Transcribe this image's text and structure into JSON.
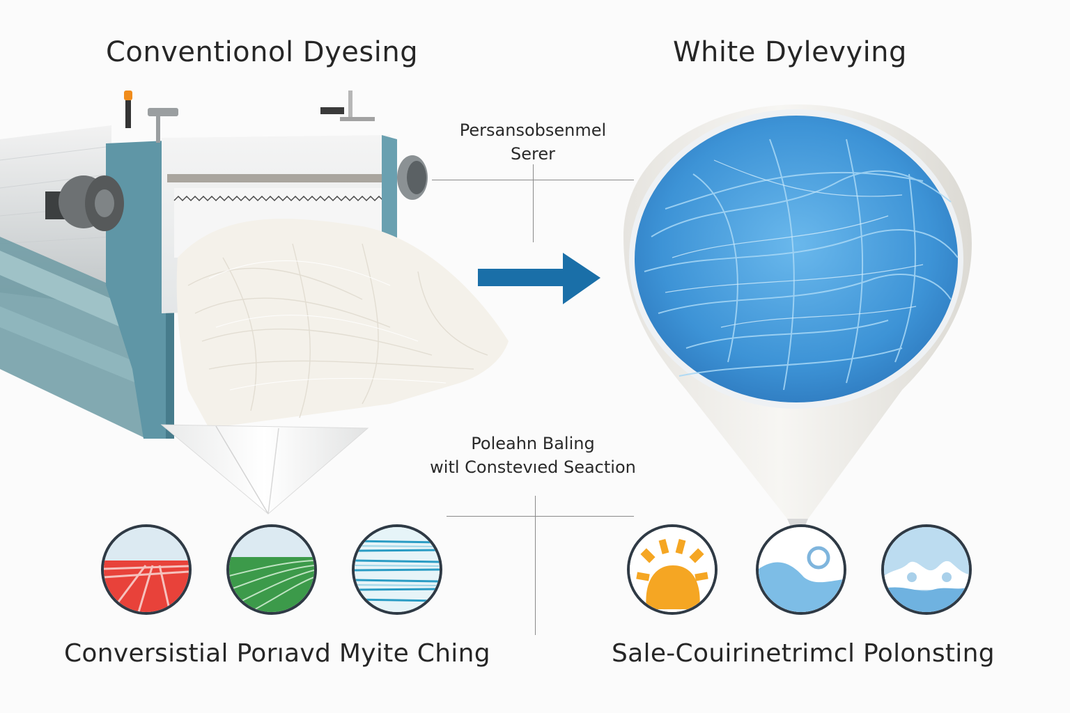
{
  "left_panel": {
    "title": "Conventionol Dyesing",
    "image_subject": "industrial dyeing machine with white fibers in funnel",
    "icons": [
      {
        "name": "red-fiber-icon",
        "color": "#e8423a"
      },
      {
        "name": "green-fiber-icon",
        "color": "#3c9a4a"
      },
      {
        "name": "blue-fiber-icon",
        "color": "#2a9cc4"
      }
    ],
    "caption": "Conversistial Porıavd Myite Ching"
  },
  "right_panel": {
    "title": "White Dylevying",
    "image_subject": "blue dyed fibers in white cone funnel",
    "icons": [
      {
        "name": "sun-icon",
        "color": "#f5a623"
      },
      {
        "name": "water-wave-icon",
        "color": "#7dbde6"
      },
      {
        "name": "foam-wave-icon",
        "color": "#6fb2e0"
      }
    ],
    "caption": "Sale-Couirinetrimcl Polonsting"
  },
  "center": {
    "top_label_line1": "Persansobsenmel",
    "top_label_line2": "Serer",
    "bottom_label_line1": "Poleahn Baling",
    "bottom_label_line2": "witl Constevıed Seaction",
    "arrow_icon": "arrow-right-icon",
    "arrow_color": "#1a6fa8"
  }
}
